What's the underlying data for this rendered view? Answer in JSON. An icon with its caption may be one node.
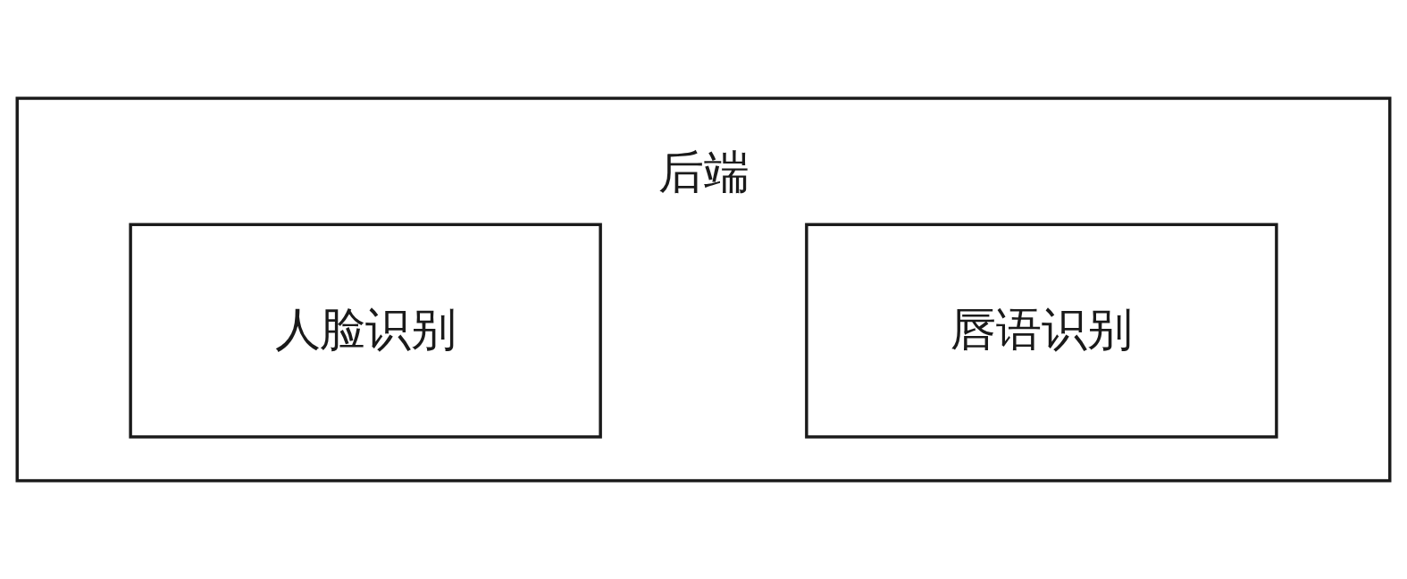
{
  "diagram": {
    "nodes": [
      {
        "text": [
          "后端"
        ]
      },
      {
        "text": [
          "人脸识别"
        ],
        "in": 0
      },
      {
        "text": [
          "唇语识别"
        ],
        "in": 0
      }
    ]
  }
}
